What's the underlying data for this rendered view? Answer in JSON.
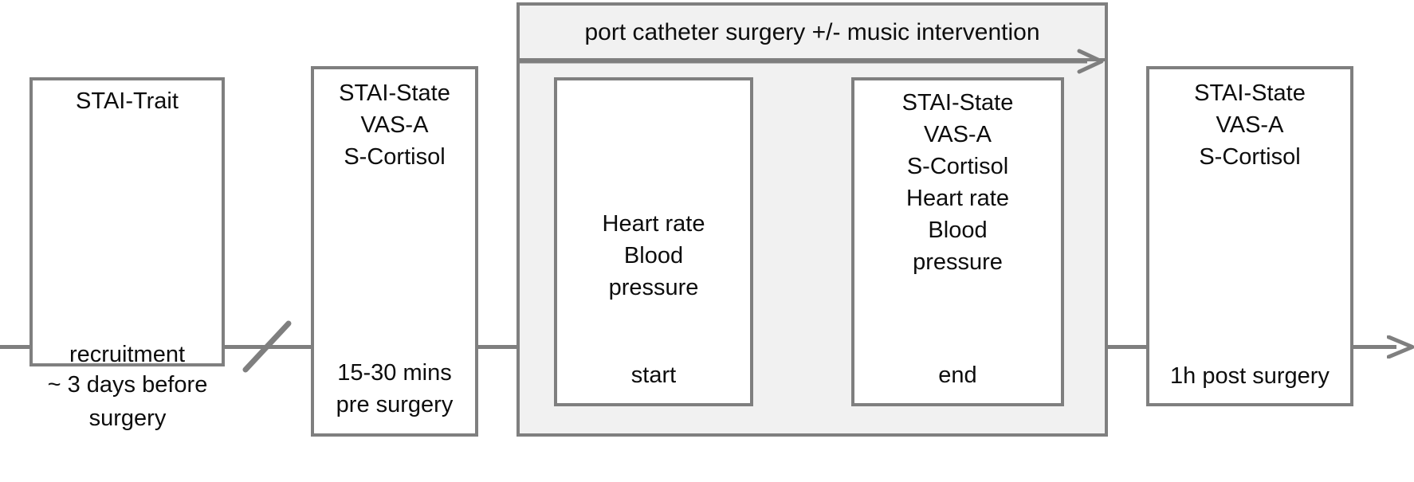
{
  "figure": {
    "type": "study-timeline-diagram",
    "colors": {
      "line": "#7f7f7f",
      "box_border": "#7f7f7f",
      "panel_fill": "#f1f1f1",
      "box_fill": "#ffffff",
      "text": "#0d0d0d"
    }
  },
  "surgery_panel": {
    "header_label": "port catheter surgery +/- music intervention"
  },
  "timepoints": [
    {
      "id": "recruitment",
      "measures": [
        "STAI-Trait"
      ],
      "time_label": "recruitment",
      "caption": [
        "~ 3 days before",
        "surgery"
      ]
    },
    {
      "id": "pre-surgery",
      "measures": [
        "STAI-State",
        "VAS-A",
        "S-Cortisol"
      ],
      "time_label": [
        "15-30 mins",
        "pre surgery"
      ]
    },
    {
      "id": "surgery-start",
      "measures": [
        "Heart rate",
        "Blood",
        "pressure"
      ],
      "time_label": "start"
    },
    {
      "id": "surgery-end",
      "measures": [
        "STAI-State",
        "VAS-A",
        "S-Cortisol",
        "Heart rate",
        "Blood",
        "pressure"
      ],
      "time_label": "end"
    },
    {
      "id": "post-surgery",
      "measures": [
        "STAI-State",
        "VAS-A",
        "S-Cortisol"
      ],
      "time_label": "1h post surgery"
    }
  ],
  "measure_text": {
    "stai_trait": "STAI-Trait",
    "stai_state": "STAI-State",
    "vas_a": "VAS-A",
    "s_cortisol": "S-Cortisol",
    "heart_rate": "Heart rate",
    "blood": "Blood",
    "pressure": "pressure"
  },
  "labels": {
    "recruitment": "recruitment",
    "caption_line1": "~ 3 days before",
    "caption_line2": "surgery",
    "pre_line1": "15-30 mins",
    "pre_line2": "pre surgery",
    "start": "start",
    "end": "end",
    "post": "1h post surgery"
  }
}
